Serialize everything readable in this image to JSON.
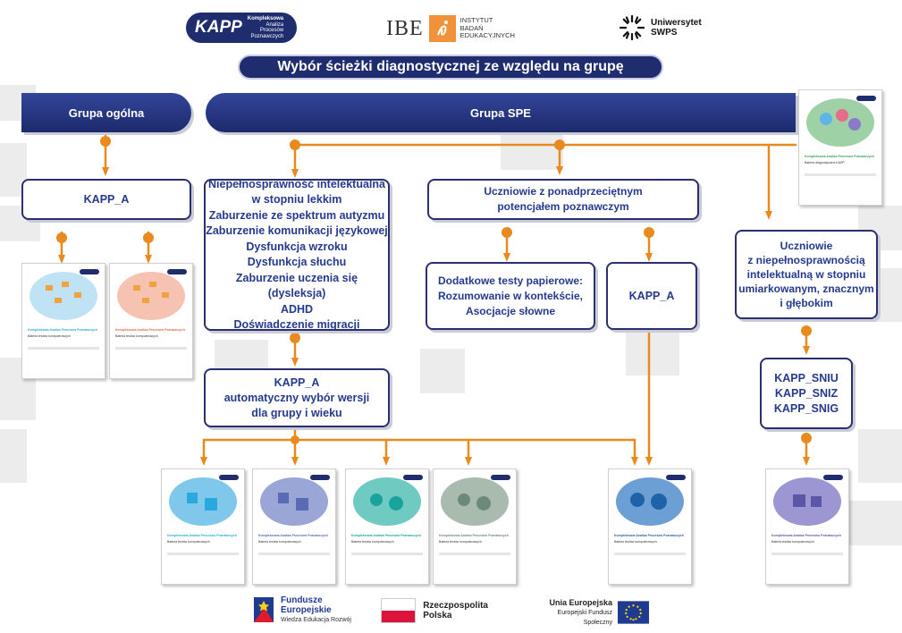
{
  "header": {
    "kapp_logo": {
      "mark": "KAPP",
      "subtitle": [
        "Kompleksowa",
        "Analiza",
        "Procesów",
        "Poznawczych"
      ]
    },
    "ibe_logo": {
      "mark": "IBE",
      "subtitle": [
        "INSTYTUT",
        "BADAŃ",
        "EDUKACYJNYCH"
      ]
    },
    "swps_logo": {
      "lines": [
        "Uniwersytet",
        "SWPS"
      ]
    }
  },
  "title": "Wybór ścieżki diagnostycznej ze względu na grupę",
  "groups": {
    "general": "Grupa ogólna",
    "spe": "Grupa SPE"
  },
  "boxes": {
    "kapp_a_general": "KAPP_A",
    "conditions": [
      "Niepełnosprawność intelektualna",
      "w stopniu lekkim",
      "Zaburzenie ze spektrum autyzmu",
      "Zaburzenie komunikacji językowej",
      "Dysfunkcja wzroku",
      "Dysfunkcja słuchu",
      "Zaburzenie uczenia się (dysleksja)",
      "ADHD",
      "Doświadczenie migracji"
    ],
    "gifted": [
      "Uczniowie z ponadprzeciętnym",
      "potencjałem poznawczym"
    ],
    "paper_tests": [
      "Dodatkowe testy papierowe:",
      "Rozumowanie w kontekście,",
      "Asocjacje słowne"
    ],
    "kapp_a_gifted": "KAPP_A",
    "moderate": [
      "Uczniowie",
      "z niepełnosprawnością",
      "intelektualną w stopniu",
      "umiarkowanym, znacznym",
      "i głębokim"
    ],
    "kapp_a_auto": [
      "KAPP_A",
      "automatyczny wybór wersji",
      "dla grupy i wieku"
    ],
    "kapp_sni": [
      "KAPP_SNIU",
      "KAPP_SNIZ",
      "KAPP_SNIG"
    ]
  },
  "covers": [
    {
      "id": "general-1",
      "accent": "#29a9e0",
      "brain": "#bfe3f5",
      "title": "Kompleksowa Analiza Procesów Poznawczych"
    },
    {
      "id": "general-2",
      "accent": "#e8674a",
      "brain": "#f6c3b2",
      "title": "Kompleksowa Analiza Procesów Poznawczych"
    },
    {
      "id": "spe-top",
      "accent": "#3aa05a",
      "brain": "#9ed2a6",
      "title": "Kompleksowa Analiza Procesów Poznawczych"
    },
    {
      "id": "spe-1",
      "accent": "#29a9e0",
      "brain": "#7fc8ec",
      "title": "Kompleksowa Analiza Procesów Poznawczych"
    },
    {
      "id": "spe-2",
      "accent": "#5a6bb5",
      "brain": "#9aa6d6",
      "title": "Kompleksowa Analiza Procesów Poznawczych"
    },
    {
      "id": "spe-3",
      "accent": "#1aa39a",
      "brain": "#6fcac2",
      "title": "Kompleksowa Analiza Procesów Poznawczych"
    },
    {
      "id": "spe-4",
      "accent": "#6d8a78",
      "brain": "#a9bbae",
      "title": "Kompleksowa Analiza Procesów Poznawczych"
    },
    {
      "id": "gifted",
      "accent": "#1f62a8",
      "brain": "#6c9fd4",
      "title": "Kompleksowa Analiza Procesów Poznawczych"
    },
    {
      "id": "moderate",
      "accent": "#5b56a6",
      "brain": "#9c97d2",
      "title": "Kompleksowa Analiza Procesów Poznawczych"
    }
  ],
  "footer": {
    "fe_logo": {
      "lines": [
        "Fundusze",
        "Europejskie"
      ],
      "sub": "Wiedza Edukacja Rozwój"
    },
    "rp_logo": {
      "lines": [
        "Rzeczpospolita",
        "Polska"
      ]
    },
    "eu_logo": {
      "lines": [
        "Unia Europejska"
      ],
      "sub": "Europejski Fundusz Społeczny"
    }
  },
  "colors": {
    "navy": "#1f2d6e",
    "text_blue": "#253a8c",
    "arrow_orange": "#e98a1e"
  }
}
